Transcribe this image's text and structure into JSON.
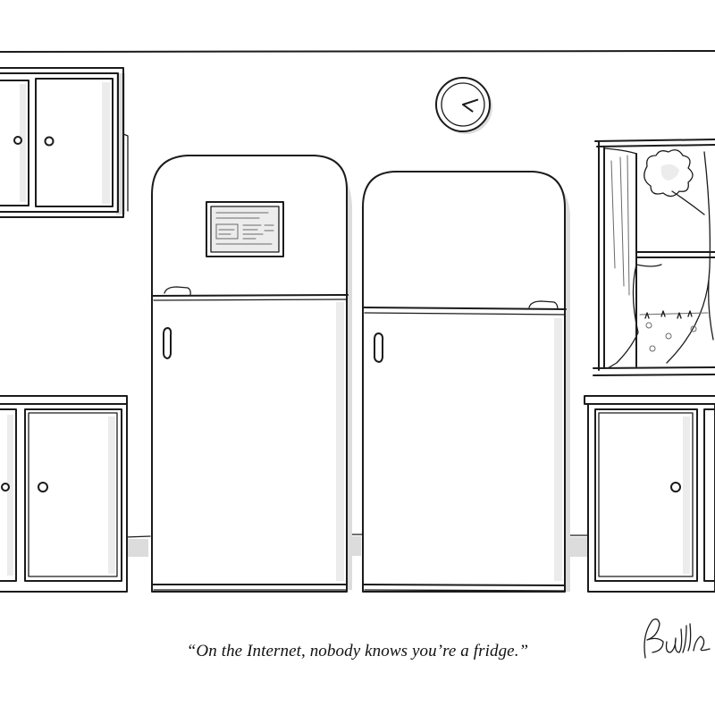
{
  "cartoon": {
    "caption": "“On the Internet, nobody knows you’re a fridge.”",
    "signature": "Bullock"
  },
  "clock": {
    "hour": 4,
    "minute": 12
  },
  "colors": {
    "ink": "#1b1b1b",
    "shade": "#dcdcdc",
    "background": "#ffffff"
  }
}
